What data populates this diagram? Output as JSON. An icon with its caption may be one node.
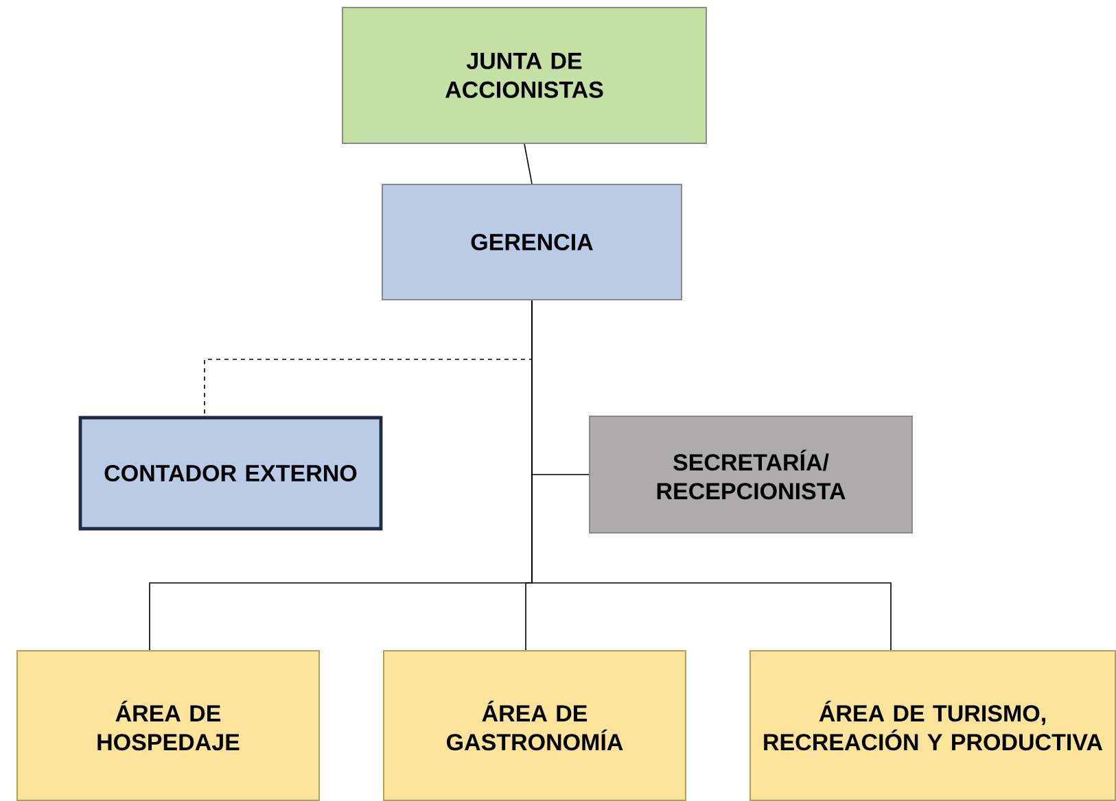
{
  "diagram": {
    "nodes": [
      {
        "text": [
          "JUNTA DE ACCIONISTAS"
        ]
      },
      {
        "text": [
          "GERENCIA"
        ]
      },
      {
        "text": [
          "CONTADOR EXTERNO"
        ]
      },
      {
        "text": [
          "SECRETARÍA/ RECEPCIONISTA"
        ]
      },
      {
        "text": [
          "ÁREA DE HOSPEDAJE"
        ]
      },
      {
        "text": [
          "ÁREA DE GASTRONOMÍA"
        ]
      },
      {
        "text": [
          "ÁREA DE TURISMO, RECREACIÓN Y PRODUCTIVA"
        ]
      }
    ],
    "edges": [
      {
        "from": 0,
        "to": 1,
        "arrow": "none"
      },
      {
        "from": 1,
        "to": 2,
        "arrow": "none",
        "style": "dashed"
      },
      {
        "from": 1,
        "to": 3,
        "arrow": "none"
      },
      {
        "from": 1,
        "to": 4,
        "arrow": "none"
      },
      {
        "from": 1,
        "to": 5,
        "arrow": "none"
      },
      {
        "from": 1,
        "to": 6,
        "arrow": "none"
      }
    ]
  }
}
